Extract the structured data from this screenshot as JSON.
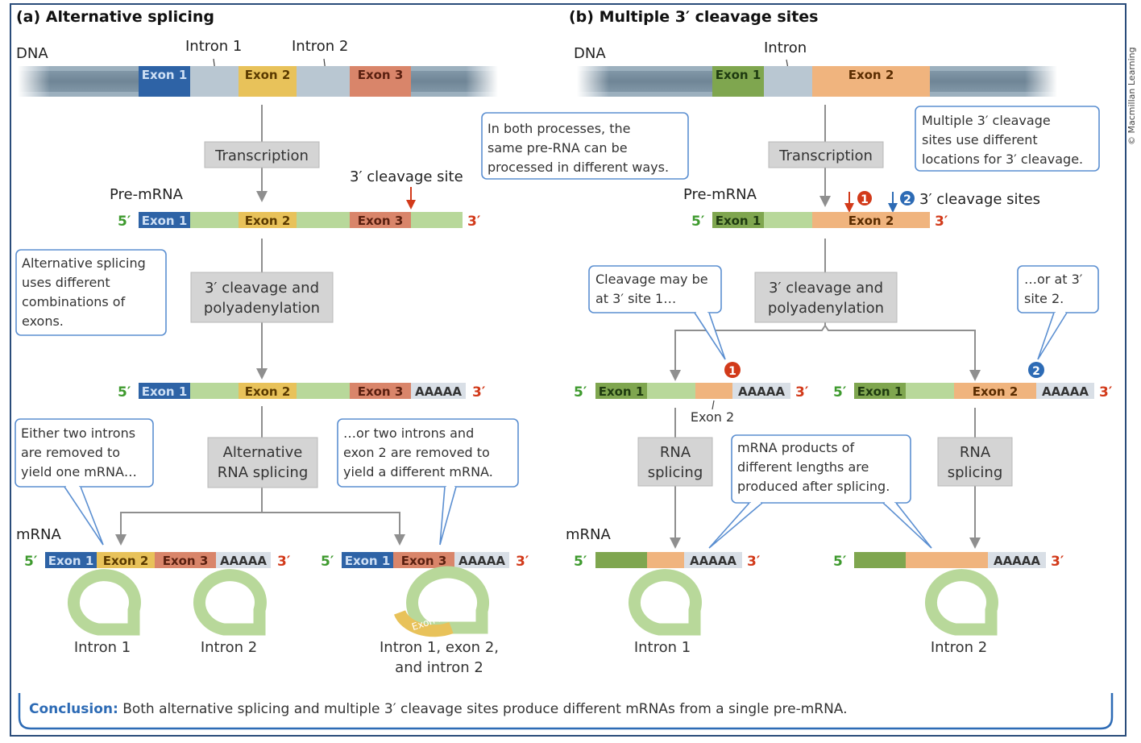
{
  "panel_a": {
    "title": "(a)  Alternative splicing",
    "dna_label": "DNA",
    "intron1_label": "Intron 1",
    "intron2_label": "Intron 2",
    "exon1": "Exon 1",
    "exon2": "Exon 2",
    "exon3": "Exon 3",
    "transcription": "Transcription",
    "premrna_label": "Pre-mRNA",
    "cleavage_site_label": "3′ cleavage site",
    "five": "5′",
    "three": "3′",
    "polyA": "AAAAA",
    "cleavage_step_1": "3′ cleavage and",
    "cleavage_step_2": "polyadenylation",
    "splicing_step_1": "Alternative",
    "splicing_step_2": "RNA splicing",
    "mrna_label": "mRNA",
    "note_alt": [
      "Alternative splicing",
      "uses different",
      "combinations of",
      "exons."
    ],
    "note_either": [
      "Either two introns",
      "are removed to",
      "yield one mRNA…"
    ],
    "note_or": [
      "…or two introns and",
      "exon 2 are removed to",
      "yield a different mRNA."
    ],
    "lariat1": "Intron 1",
    "lariat2": "Intron 2",
    "lariat3_line1": "Intron 1, exon 2,",
    "lariat3_line2": "and intron 2",
    "lariat3_exon": "Exon 2"
  },
  "panel_b": {
    "title": "(b)  Multiple 3′ cleavage sites",
    "dna_label": "DNA",
    "intron_label": "Intron",
    "exon1": "Exon 1",
    "exon2": "Exon 2",
    "transcription": "Transcription",
    "premrna_label": "Pre-mRNA",
    "cleavage_sites_label": "3′ cleavage sites",
    "site1": "1",
    "site2": "2",
    "five": "5′",
    "three": "3′",
    "polyA": "AAAAA",
    "cleavage_step_1": "3′ cleavage and",
    "cleavage_step_2": "polyadenylation",
    "exon2_below": "Exon 2",
    "rna_1": "RNA",
    "rna_2": "splicing",
    "mrna_label": "mRNA",
    "note_multi": [
      "Multiple 3′ cleavage",
      "sites use different",
      "locations for 3′ cleavage."
    ],
    "note_site1": [
      "Cleavage may be",
      "at 3′ site 1…"
    ],
    "note_site2": [
      "…or at 3′",
      "site 2."
    ],
    "note_products": [
      "mRNA products of",
      "different lengths are",
      "produced after splicing."
    ],
    "lariat1": "Intron 1",
    "lariat2": "Intron 2"
  },
  "center_note": [
    "In both processes, the",
    "same pre-RNA can be",
    "processed in different ways."
  ],
  "conclusion_label": "Conclusion:",
  "conclusion_text": " Both alternative splicing and multiple 3′ cleavage sites produce different mRNAs from a single pre-mRNA.",
  "credit": "© Macmillan Learning",
  "colors": {
    "exon1": "#2e63a6",
    "exon2": "#e8c25a",
    "exon3": "#d9856a",
    "intron_rna": "#b8d89a",
    "dna_intron": "#b9c7d2",
    "dna_flank": "#7f93a3",
    "b_exon1": "#7fa64f",
    "b_exon2": "#f0b47e",
    "red": "#d23a1a",
    "blue": "#2d6bb5",
    "note_border": "#5b8fd1",
    "step_box": "#d4d4d4",
    "frame": "#2a4c7a"
  }
}
